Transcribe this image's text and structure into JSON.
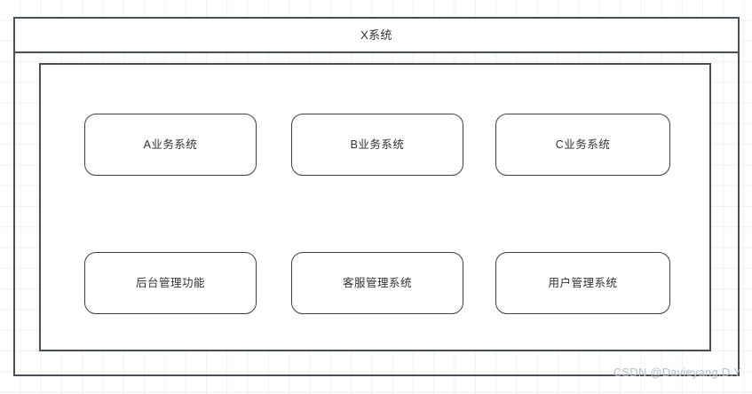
{
  "diagram": {
    "title": "X系统",
    "container_label": "",
    "nodes_rows": [
      {
        "row_name": "business-systems-row",
        "nodes": [
          {
            "label": "A业务系统"
          },
          {
            "label": "B业务系统"
          },
          {
            "label": "C业务系统"
          }
        ]
      },
      {
        "row_name": "management-systems-row",
        "nodes": [
          {
            "label": "后台管理功能"
          },
          {
            "label": "客服管理系统"
          },
          {
            "label": "用户管理系统"
          }
        ]
      }
    ]
  },
  "watermark": {
    "text": "CSDN @Davieyang.D.Y"
  },
  "colors": {
    "frame_stroke": "#4a4f57",
    "node_stroke": "#3a3f47",
    "text": "#2f3337",
    "grid_line": "#f0f0f0",
    "watermark": "#b9bec7",
    "background": "#ffffff"
  }
}
